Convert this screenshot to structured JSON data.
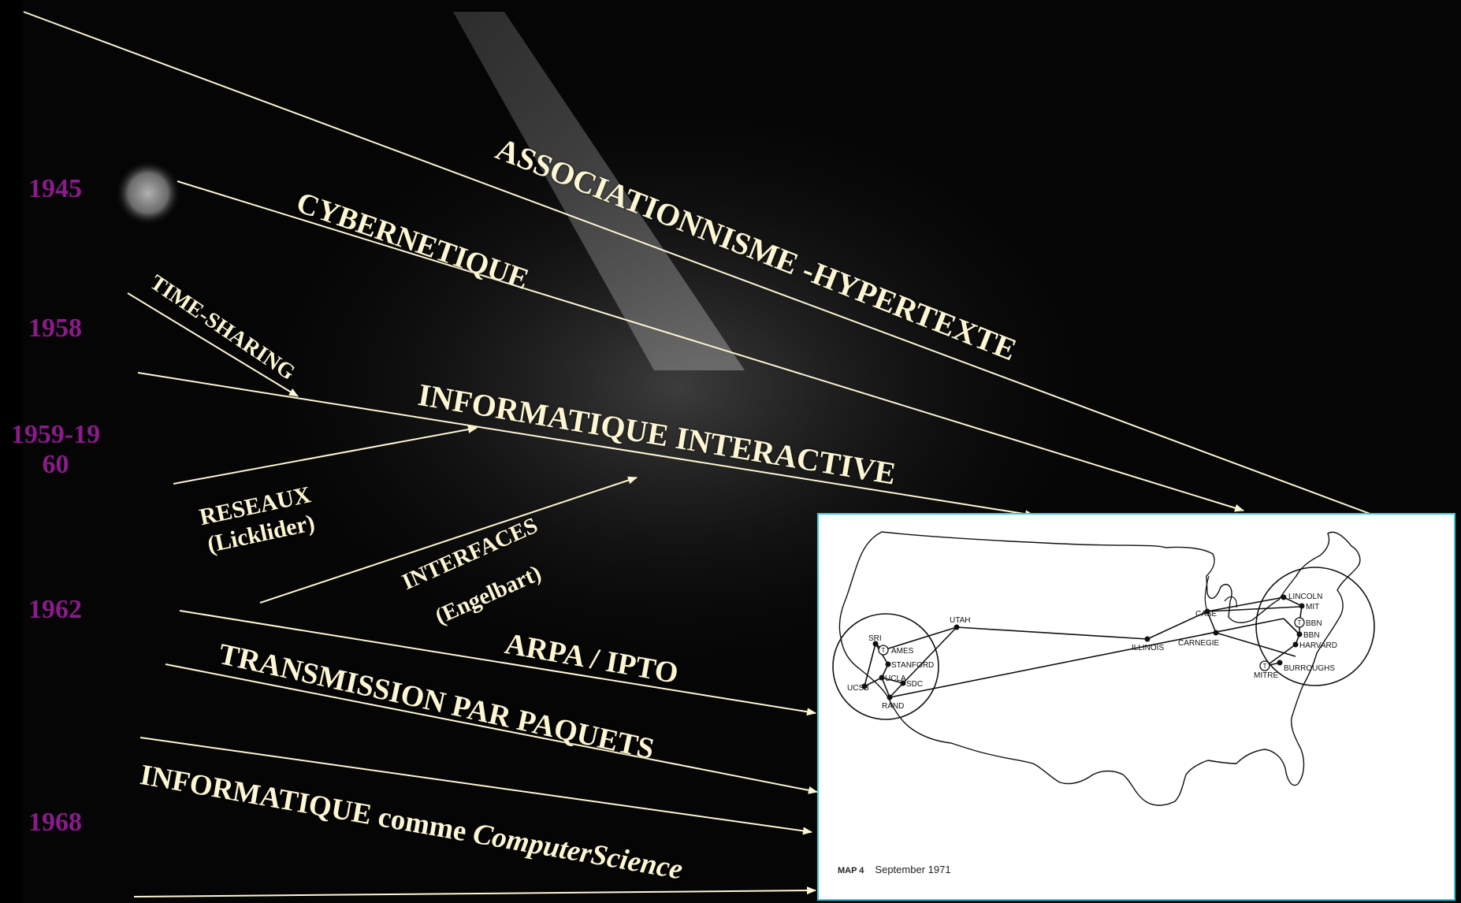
{
  "years": {
    "y1945": "1945",
    "y1958": "1958",
    "y1959_line1": "1959-19",
    "y1959_line2": "60",
    "y1962": "1962",
    "y1968": "1968"
  },
  "labels": {
    "associationnisme": "ASSOCIATIONNISME -HYPERTEXTE",
    "cybernetique": "CYBERNETIQUE",
    "time_sharing": "TIME-SHARING",
    "informatique_interactive": "INFORMATIQUE INTERACTIVE",
    "reseaux_line1": "RESEAUX",
    "reseaux_line2": "(Licklider)",
    "interfaces_line1": "INTERFACES",
    "interfaces_line2": "(Engelbart)",
    "arpa": "ARPA / IPTO",
    "transmission": "TRANSMISSION PAR PAQUETS",
    "informatique_cs_prefix": "INFORMATIQUE comme ",
    "informatique_cs_italic": "ComputerScience"
  },
  "map": {
    "caption_code": "MAP 4",
    "caption_date": "September 1971",
    "nodes": {
      "sri": "SRI",
      "ames": "AMES",
      "stanford": "STANFORD",
      "ucla": "UCLA",
      "ucsb": "UCSB",
      "sdc": "SDC",
      "rand": "RAND",
      "utah": "UTAH",
      "illinois": "ILLINOIS",
      "case": "CASE",
      "carnegie": "CARNEGIE",
      "lincoln": "LINCOLN",
      "mit": "MIT",
      "bbn1": "BBN",
      "bbn2": "BBN",
      "harvard": "HARVARD",
      "burroughs": "BURROUGHS",
      "mitre": "MITRE"
    }
  },
  "colors": {
    "year": "#8b1a8b",
    "label": "#fdf6d3",
    "arrow": "#fdf6d3",
    "map_border": "#32cfd9"
  }
}
